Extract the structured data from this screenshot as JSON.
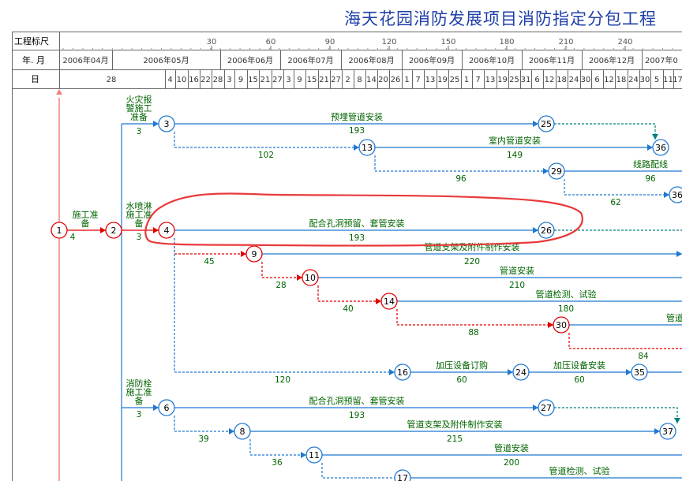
{
  "title": "海天花园消防发展项目消防指定分包工程",
  "header": {
    "scale_label": "工程标尺",
    "month_label": "年. 月",
    "day_label": "日",
    "scale_ticks": [
      "30",
      "60",
      "90",
      "120",
      "150",
      "180",
      "210",
      "240"
    ],
    "months": [
      "2006年04月",
      "2006年05月",
      "2006年06月",
      "2006年07月",
      "2006年08月",
      "2006年09月",
      "2006年10月",
      "2006年11月",
      "2006年12月",
      "2007年0"
    ],
    "days": [
      "28",
      "4",
      "10",
      "16",
      "22",
      "28",
      "3",
      "9",
      "15",
      "21",
      "27",
      "3",
      "9",
      "15",
      "21",
      "27",
      "2",
      "8",
      "14",
      "20",
      "26",
      "1",
      "7",
      "13",
      "19",
      "25",
      "1",
      "7",
      "13",
      "19",
      "25",
      "31",
      "6",
      "12",
      "18",
      "24",
      "30",
      "6",
      "12",
      "18",
      "24",
      "30",
      "5",
      "11",
      "17"
    ]
  },
  "colors": {
    "critical": "#e00000",
    "normal": "#1f78d0",
    "dependency": "#008080",
    "label": "#006400",
    "annotation": "#e8393c"
  },
  "nodes": [
    {
      "id": "1",
      "critical": true
    },
    {
      "id": "2",
      "critical": true
    },
    {
      "id": "3",
      "critical": false
    },
    {
      "id": "4",
      "critical": true
    },
    {
      "id": "6",
      "critical": false
    },
    {
      "id": "8",
      "critical": false
    },
    {
      "id": "9",
      "critical": true
    },
    {
      "id": "10",
      "critical": true
    },
    {
      "id": "11",
      "critical": false
    },
    {
      "id": "13",
      "critical": false
    },
    {
      "id": "14",
      "critical": true
    },
    {
      "id": "16",
      "critical": false
    },
    {
      "id": "17",
      "critical": false
    },
    {
      "id": "24",
      "critical": false
    },
    {
      "id": "25",
      "critical": false
    },
    {
      "id": "26",
      "critical": false
    },
    {
      "id": "27",
      "critical": false
    },
    {
      "id": "29",
      "critical": false
    },
    {
      "id": "30",
      "critical": true
    },
    {
      "id": "35",
      "critical": false
    },
    {
      "id": "36",
      "critical": false
    },
    {
      "id": "36",
      "critical": false
    },
    {
      "id": "37",
      "critical": false
    }
  ],
  "activities": [
    {
      "from": "1",
      "to": "2",
      "name": "施工准备",
      "duration": "4"
    },
    {
      "from": "2",
      "to": "3",
      "name": "火灾报警施工准备",
      "duration": "3"
    },
    {
      "from": "2",
      "to": "4",
      "name": "水喷淋施工准备",
      "duration": "3"
    },
    {
      "from": "2",
      "to": "6",
      "name": "消防栓施工准备",
      "duration": "3"
    },
    {
      "from": "3",
      "to": "25",
      "name": "预埋管道安装",
      "duration": "193"
    },
    {
      "from": "3",
      "to": "13",
      "name": "",
      "duration": "102"
    },
    {
      "from": "13",
      "to": "36",
      "name": "室内管道安装",
      "duration": "149"
    },
    {
      "from": "13",
      "to": "29",
      "name": "",
      "duration": "96"
    },
    {
      "from": "29",
      "to": "",
      "name": "线路配线",
      "duration": "96"
    },
    {
      "from": "29",
      "to": "36",
      "name": "",
      "duration": "62"
    },
    {
      "from": "4",
      "to": "26",
      "name": "配合孔洞预留、套管安装",
      "duration": "193"
    },
    {
      "from": "4",
      "to": "9",
      "name": "",
      "duration": "45"
    },
    {
      "from": "9",
      "to": "",
      "name": "管道支架及附件制作安装",
      "duration": "220"
    },
    {
      "from": "9",
      "to": "10",
      "name": "",
      "duration": "28"
    },
    {
      "from": "10",
      "to": "",
      "name": "管道安装",
      "duration": "210"
    },
    {
      "from": "10",
      "to": "14",
      "name": "",
      "duration": "40"
    },
    {
      "from": "14",
      "to": "",
      "name": "管道检测、试验",
      "duration": "180"
    },
    {
      "from": "14",
      "to": "30",
      "name": "",
      "duration": "88"
    },
    {
      "from": "30",
      "to": "",
      "name": "管道",
      "duration": "84"
    },
    {
      "from": "4",
      "to": "16",
      "name": "",
      "duration": "120"
    },
    {
      "from": "16",
      "to": "24",
      "name": "加压设备订购",
      "duration": "60"
    },
    {
      "from": "24",
      "to": "35",
      "name": "加压设备安装",
      "duration": "60"
    },
    {
      "from": "6",
      "to": "27",
      "name": "配合孔洞预留、套管安装",
      "duration": "193"
    },
    {
      "from": "6",
      "to": "8",
      "name": "",
      "duration": "39"
    },
    {
      "from": "8",
      "to": "37",
      "name": "管道支架及附件制作安装",
      "duration": "215"
    },
    {
      "from": "8",
      "to": "11",
      "name": "",
      "duration": "36"
    },
    {
      "from": "11",
      "to": "",
      "name": "管道安装",
      "duration": "200"
    },
    {
      "from": "17",
      "to": "",
      "name": "管道检测、试验",
      "duration": ""
    }
  ]
}
